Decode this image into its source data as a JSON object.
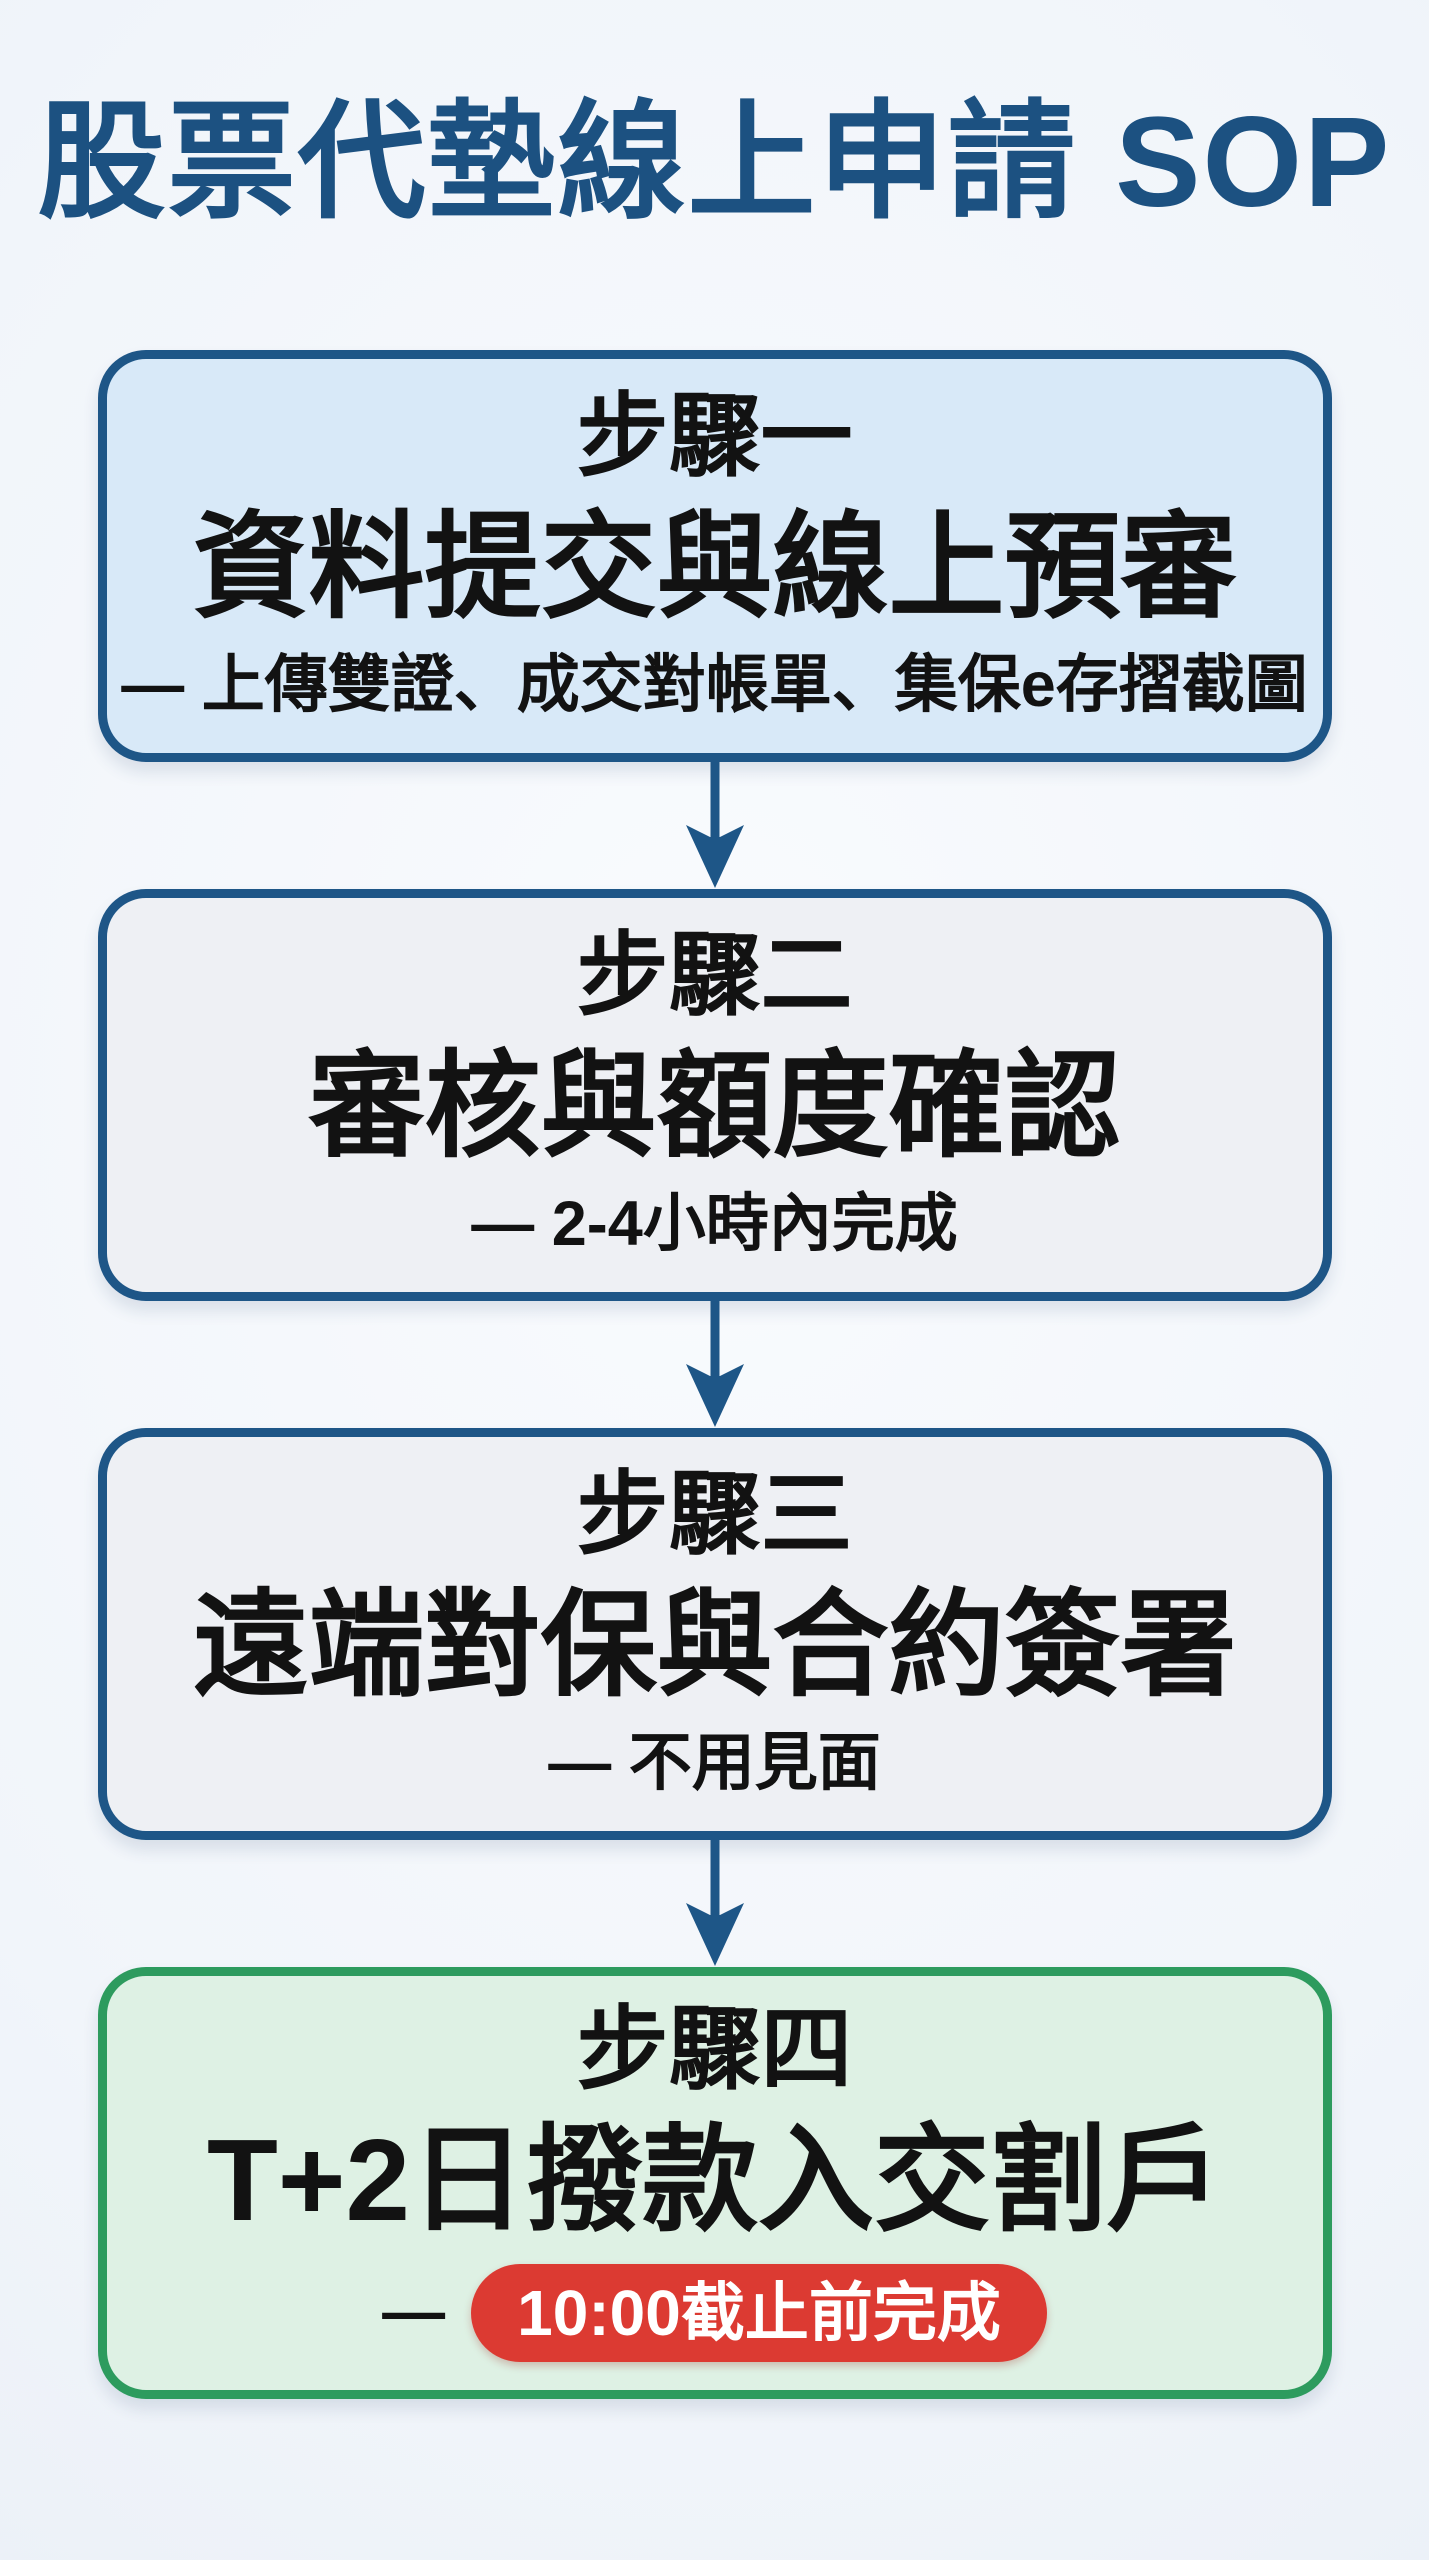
{
  "page": {
    "title": "股票代墊線上申請 SOP"
  },
  "steps": [
    {
      "label": "步驟一",
      "heading": "資料提交與線上預審",
      "note": "— 上傳雙證、成交對帳單、集保e存摺截圖",
      "theme": "blue"
    },
    {
      "label": "步驟二",
      "heading": "審核與額度確認",
      "note": "— 2-4小時內完成",
      "theme": "grey"
    },
    {
      "label": "步驟三",
      "heading": "遠端對保與合約簽署",
      "note": "— 不用見面",
      "theme": "grey"
    },
    {
      "label": "步驟四",
      "heading": "T+2日撥款入交割戶",
      "note_dash": "—",
      "note_badge": "10:00截止前完成",
      "theme": "green"
    }
  ],
  "colors": {
    "page_background": "#edf2f8",
    "title": "#1c5181",
    "blue_border": "#1e5687",
    "blue_box_fill": "#d8e9f8",
    "grey_box_fill": "#eef0f4",
    "green_border": "#2d9b5e",
    "green_box_fill": "#def1e4",
    "arrow": "#1e5687",
    "badge_background": "#dc3a32",
    "badge_text": "#ffffff",
    "step_text": "#121212"
  }
}
